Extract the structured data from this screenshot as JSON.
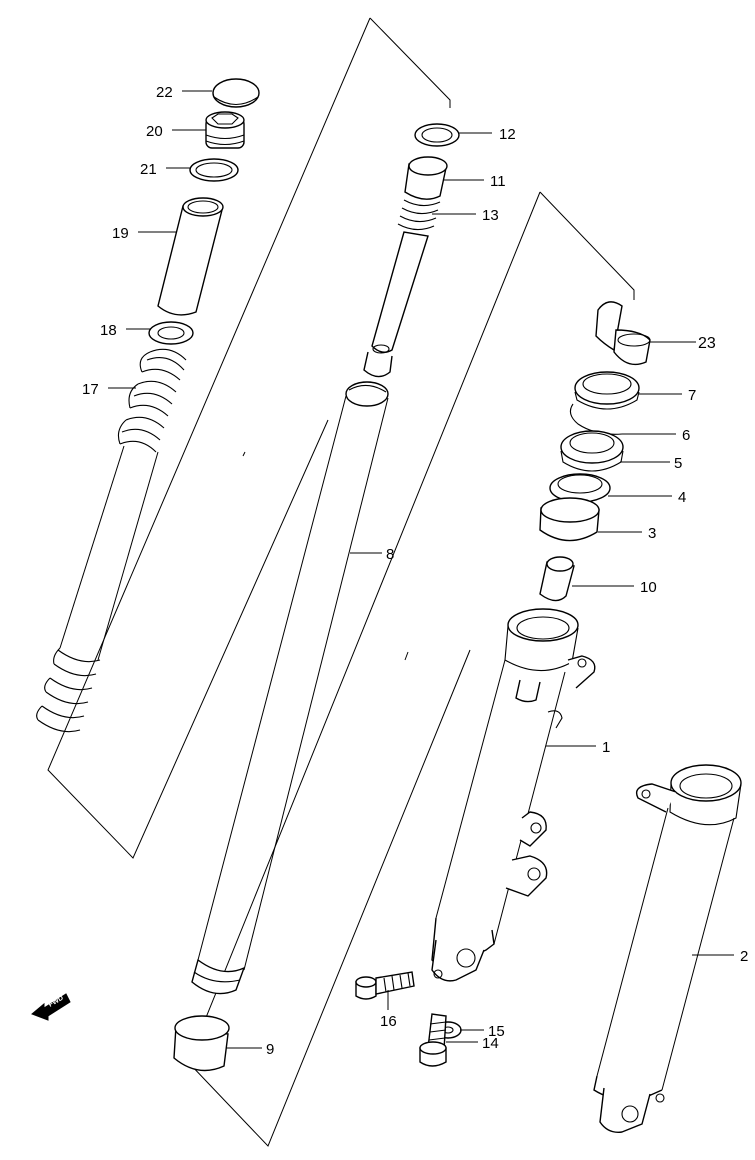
{
  "diagram": {
    "parts": [
      {
        "id": "p1",
        "label": "1"
      },
      {
        "id": "p2",
        "label": "2"
      },
      {
        "id": "p3",
        "label": "3"
      },
      {
        "id": "p4",
        "label": "4"
      },
      {
        "id": "p5",
        "label": "5"
      },
      {
        "id": "p6",
        "label": "6"
      },
      {
        "id": "p7",
        "label": "7"
      },
      {
        "id": "p8",
        "label": "8"
      },
      {
        "id": "p9",
        "label": "9"
      },
      {
        "id": "p10",
        "label": "10"
      },
      {
        "id": "p11",
        "label": "11"
      },
      {
        "id": "p12",
        "label": "12"
      },
      {
        "id": "p13",
        "label": "13"
      },
      {
        "id": "p14",
        "label": "14"
      },
      {
        "id": "p15",
        "label": "15"
      },
      {
        "id": "p16",
        "label": "16"
      },
      {
        "id": "p17",
        "label": "17"
      },
      {
        "id": "p18",
        "label": "18"
      },
      {
        "id": "p19",
        "label": "19"
      },
      {
        "id": "p20",
        "label": "20"
      },
      {
        "id": "p21",
        "label": "21"
      },
      {
        "id": "p22",
        "label": "22"
      },
      {
        "id": "p23",
        "label": "23"
      }
    ],
    "fwd_label": "FWD"
  }
}
